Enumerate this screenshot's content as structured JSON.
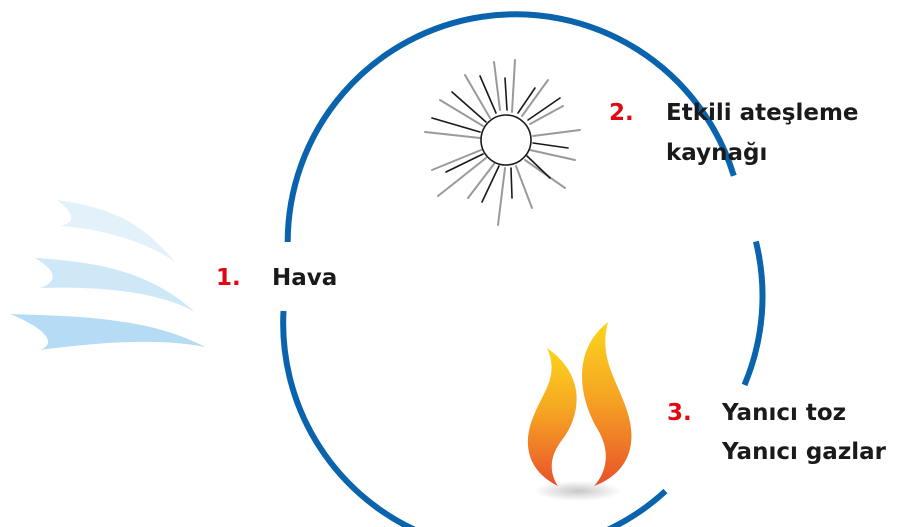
{
  "colors": {
    "cycle_ring": "#0a63ad",
    "number_red": "#e30613",
    "label_text": "#1a1a1a",
    "air_waves": [
      "#e3f1fb",
      "#cfe8f8",
      "#b6dcf5"
    ],
    "flame": [
      "#fbd51c",
      "#f28c28",
      "#e8512a"
    ]
  },
  "items": [
    {
      "number": "1.",
      "label_lines": [
        "Hava"
      ],
      "icon": "air-waves-icon"
    },
    {
      "number": "2.",
      "label_lines": [
        "Etkili ateşleme",
        "kaynağı"
      ],
      "icon": "spark-burst-icon"
    },
    {
      "number": "3.",
      "label_lines": [
        "Yanıcı toz",
        "Yanıcı gazlar"
      ],
      "icon": "flame-icon"
    }
  ]
}
